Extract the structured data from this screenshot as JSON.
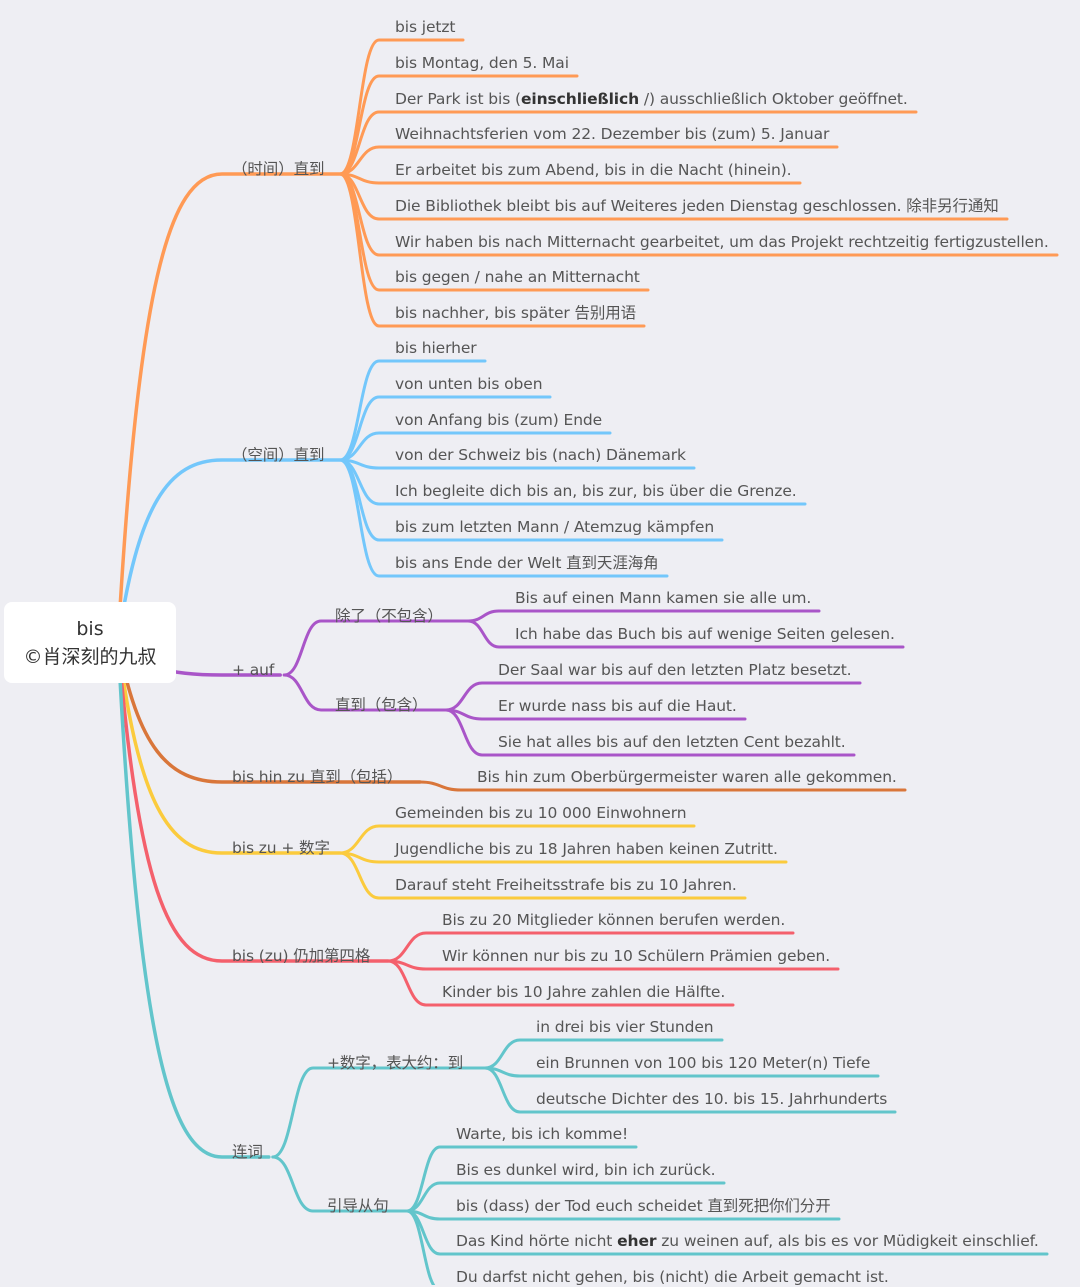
{
  "root": {
    "title": "bis",
    "subtitle": "©肖深刻的九叔"
  },
  "colors": {
    "orange": "#ff9a55",
    "blue": "#73c7fb",
    "purple": "#a955c8",
    "brown": "#d9763a",
    "yellow": "#fbcb3d",
    "red": "#f4606c",
    "teal": "#62c5cb"
  },
  "branches": [
    {
      "id": "time",
      "color": "orange",
      "label": "（时间）直到",
      "children": [
        {
          "text": "bis jetzt"
        },
        {
          "text": "bis Montag, den 5. Mai"
        },
        {
          "parts": [
            {
              "t": "Der Park ist bis ("
            },
            {
              "t": "einschließlich",
              "b": true
            },
            {
              "t": " /) ausschließlich Oktober geöffnet."
            }
          ]
        },
        {
          "text": "Weihnachtsferien vom 22. Dezember bis (zum) 5. Januar"
        },
        {
          "text": "Er arbeitet bis zum Abend, bis in die Nacht (hinein)."
        },
        {
          "text": "Die Bibliothek bleibt bis auf Weiteres jeden Dienstag geschlossen. 除非另行通知"
        },
        {
          "text": "Wir haben bis nach Mitternacht gearbeitet, um das Projekt rechtzeitig fertigzustellen."
        },
        {
          "text": "bis gegen / nahe an Mitternacht"
        },
        {
          "text": "bis nachher, bis später 告别用语"
        }
      ]
    },
    {
      "id": "space",
      "color": "blue",
      "label": "（空间）直到",
      "children": [
        {
          "text": "bis hierher"
        },
        {
          "text": "von unten bis oben"
        },
        {
          "text": "von Anfang bis (zum) Ende"
        },
        {
          "text": "von der Schweiz bis (nach) Dänemark"
        },
        {
          "text": "Ich begleite dich bis an, bis zur, bis über die Grenze."
        },
        {
          "text": "bis zum letzten Mann / Atemzug kämpfen"
        },
        {
          "text": "bis ans Ende der Welt 直到天涯海角"
        }
      ]
    },
    {
      "id": "auf",
      "color": "purple",
      "label": "+ auf",
      "subs": [
        {
          "label": "除了（不包含）",
          "children": [
            {
              "text": "Bis auf einen Mann kamen sie alle um."
            },
            {
              "text": "Ich habe das Buch bis auf wenige Seiten gelesen."
            }
          ]
        },
        {
          "label": "直到（包含）",
          "children": [
            {
              "text": "Der Saal war bis auf den letzten Platz besetzt."
            },
            {
              "text": "Er wurde nass bis auf die Haut."
            },
            {
              "text": "Sie hat alles bis auf den letzten Cent bezahlt."
            }
          ]
        }
      ]
    },
    {
      "id": "hinzu",
      "color": "brown",
      "label": "bis hin zu 直到（包括）",
      "children": [
        {
          "text": "Bis hin zum Oberbürgermeister waren alle gekommen."
        }
      ]
    },
    {
      "id": "zuzahl",
      "color": "yellow",
      "label": "bis zu + 数字",
      "children": [
        {
          "text": "Gemeinden bis zu 10 000 Einwohnern"
        },
        {
          "text": "Jugendliche bis zu 18 Jahren haben keinen Zutritt."
        },
        {
          "text": "Darauf steht Freiheitsstrafe bis zu 10 Jahren."
        }
      ]
    },
    {
      "id": "zu4",
      "color": "red",
      "label": "bis (zu) 仍加第四格",
      "children": [
        {
          "text": "Bis zu 20 Mitglieder können berufen werden."
        },
        {
          "text": "Wir können nur bis zu 10 Schülern Prämien geben."
        },
        {
          "text": "Kinder bis 10 Jahre zahlen die Hälfte."
        }
      ]
    },
    {
      "id": "conj",
      "color": "teal",
      "label": "连词",
      "subs": [
        {
          "label": "+数字，表大约：到",
          "children": [
            {
              "text": "in drei bis vier Stunden"
            },
            {
              "text": "ein Brunnen von 100 bis 120 Meter(n) Tiefe"
            },
            {
              "text": "deutsche Dichter des 10. bis 15. Jahrhunderts"
            }
          ]
        },
        {
          "label": "引导从句",
          "children": [
            {
              "text": "Warte, bis ich komme!"
            },
            {
              "text": "Bis es dunkel wird, bin ich zurück."
            },
            {
              "text": "bis (dass) der Tod euch scheidet 直到死把你们分开"
            },
            {
              "parts": [
                {
                  "t": "Das Kind hörte nicht "
                },
                {
                  "t": "eher",
                  "b": true
                },
                {
                  "t": " zu weinen auf, als bis es vor Müdigkeit einschlief."
                }
              ]
            },
            {
              "text": "Du darfst nicht gehen, bis (nicht) die Arbeit gemacht ist."
            }
          ]
        }
      ]
    }
  ]
}
